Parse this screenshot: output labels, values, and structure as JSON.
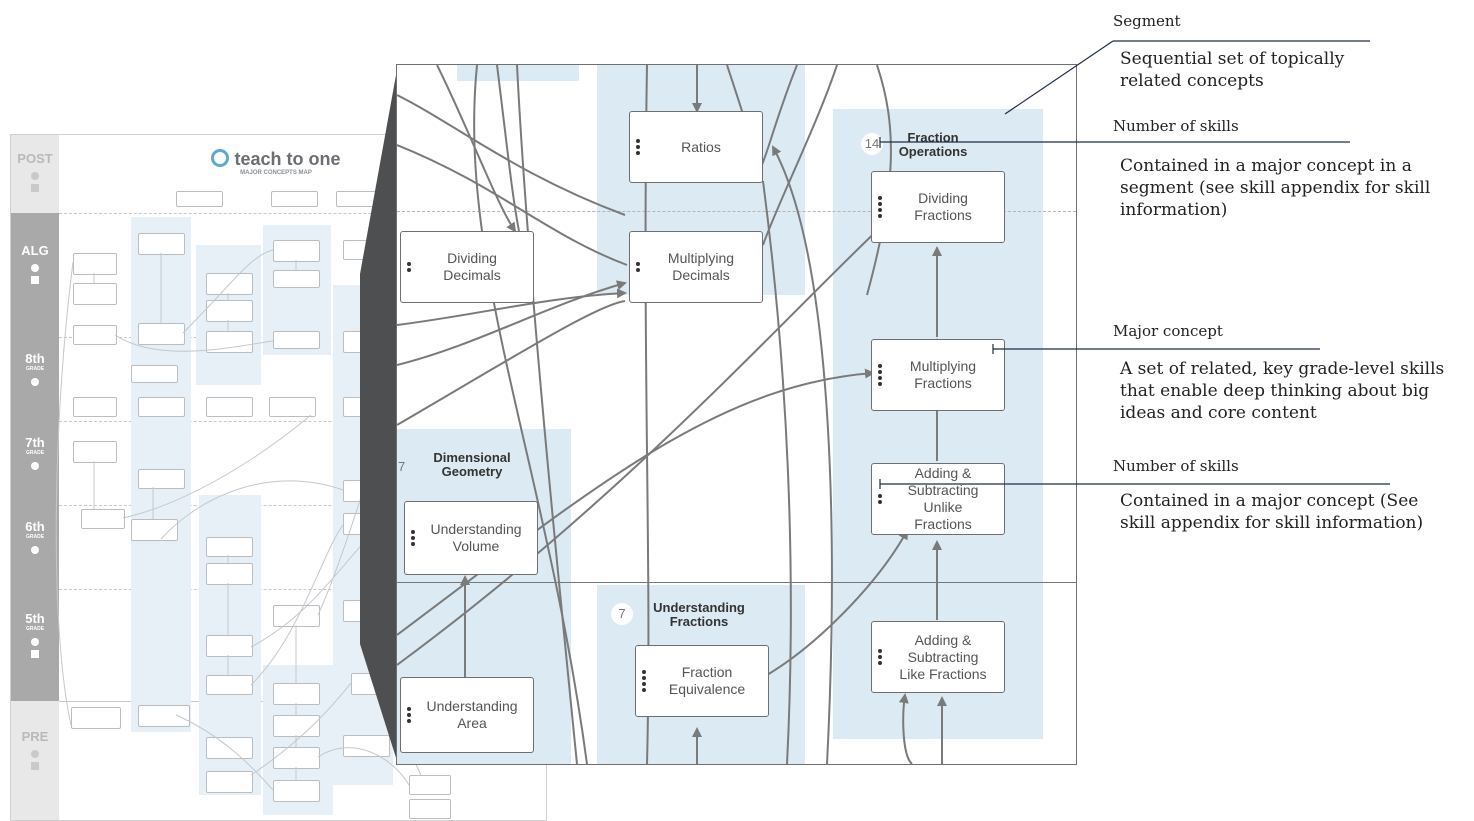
{
  "thumbnail": {
    "logo_text": "teach to one",
    "subtitle": "MAJOR CONCEPTS MAP",
    "grades": [
      {
        "label": "POST"
      },
      {
        "label": "ALG"
      },
      {
        "label": "8th",
        "sub": "GRADE"
      },
      {
        "label": "7th",
        "sub": "GRADE"
      },
      {
        "label": "6th",
        "sub": "GRADE"
      },
      {
        "label": "5th",
        "sub": "GRADE"
      },
      {
        "label": "PRE"
      }
    ]
  },
  "zoom": {
    "segments": {
      "fraction_operations": {
        "count": "14",
        "title": "Fraction Operations"
      },
      "dimensional_geometry": {
        "count": "7",
        "title": "Dimensional Geometry"
      },
      "understanding_fractions": {
        "count": "7",
        "title": "Understanding Fractions"
      }
    },
    "concepts": {
      "ratios": "Ratios",
      "dividing_decimals": "Dividing Decimals",
      "multiplying_decimals": "Multiplying Decimals",
      "dividing_fractions": "Dividing Fractions",
      "multiplying_fractions": "Multiplying Fractions",
      "adding_unlike": "Adding & Subtracting Unlike Fractions",
      "understanding_volume": "Understanding Volume",
      "understanding_area": "Understanding Area",
      "fraction_equivalence": "Fraction Equivalence",
      "adding_like": "Adding & Subtracting Like Fractions"
    }
  },
  "annotations": [
    {
      "title": "Segment",
      "desc": "Sequential set of topically related concepts"
    },
    {
      "title": "Number of skills",
      "desc": "Contained in a major concept in a segment  (see skill appendix for skill information)"
    },
    {
      "title": "Major concept",
      "desc": "A set of related, key grade-level skills that enable deep thinking about big ideas and core content"
    },
    {
      "title": "Number of skills",
      "desc": "Contained in a major concept (See skill appendix for skill information)"
    }
  ],
  "colors": {
    "segment_fill": "#dceaf3",
    "callout_line": "#1d2d44",
    "arrow": "#7a7a7a"
  }
}
